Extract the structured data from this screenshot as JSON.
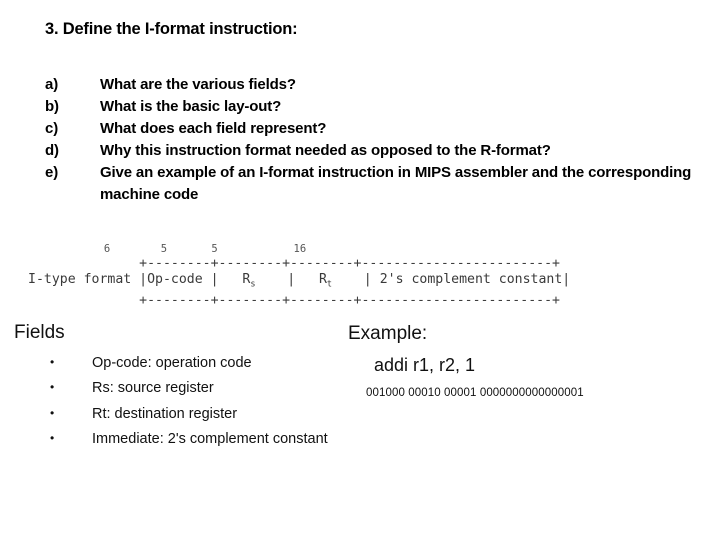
{
  "slide": {
    "heading": "3. Define the I-format instruction:",
    "questions": [
      {
        "marker": "a)",
        "text": "What are the various fields?"
      },
      {
        "marker": "b)",
        "text": "What is the basic lay-out?"
      },
      {
        "marker": "c)",
        "text": "What does each field represent?"
      },
      {
        "marker": "d)",
        "text": "Why this instruction format needed as opposed to the R-format?"
      },
      {
        "marker": "e)",
        "text": "Give an example of an I-format instruction in MIPS assembler and the corresponding machine code"
      }
    ]
  },
  "diagram": {
    "label": "I-type format",
    "bit_widths": [
      "6",
      "5",
      "5",
      "16"
    ],
    "cells": [
      {
        "name": "Op-code",
        "subscript": ""
      },
      {
        "name": "R",
        "subscript": "s"
      },
      {
        "name": "R",
        "subscript": "t"
      },
      {
        "name": "2's complement constant",
        "subscript": ""
      }
    ],
    "widths_line": "            6        5       5            16",
    "rule_line": "              +--------+--------+--------+------------------------+",
    "row_prefix": "I-type format |Op-code |",
    "row_mid_a": "   R",
    "row_mid_b": "    |",
    "row_mid_c": "   R",
    "row_mid_d": "    | ",
    "row_suffix": "2's complement constant|"
  },
  "fields": {
    "title": "Fields",
    "bullet_glyph": "•",
    "items": [
      "Op-code: operation code",
      "Rs: source register",
      "Rt: destination register",
      "Immediate: 2's complement constant"
    ]
  },
  "example": {
    "title": "Example:",
    "assembly": "addi r1, r2, 1",
    "machine_code": "001000 00010 00001 0000000000000001"
  }
}
